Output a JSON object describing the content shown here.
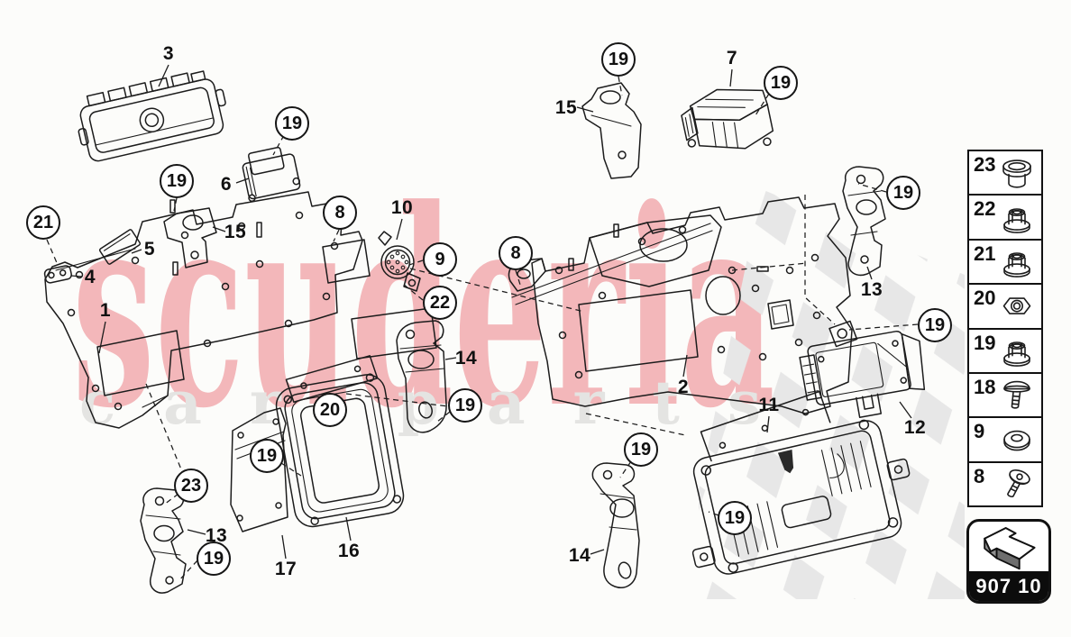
{
  "watermark": {
    "line1": "scuderia",
    "line2": "car parts",
    "color_line1": "#f3b7ba",
    "color_line2": "#e4e4e2"
  },
  "diagram": {
    "balloons": [
      "21",
      "19",
      "19",
      "8",
      "9",
      "22",
      "8",
      "19",
      "19",
      "19",
      "19",
      "19",
      "19",
      "19",
      "20",
      "19",
      "23",
      "19"
    ],
    "labels": [
      "3",
      "5",
      "4",
      "1",
      "15",
      "6",
      "10",
      "15",
      "7",
      "14",
      "2",
      "13",
      "12",
      "11",
      "14",
      "16",
      "17",
      "13"
    ]
  },
  "legend": {
    "rows": [
      {
        "num": "23",
        "icon": "bushing-icon"
      },
      {
        "num": "22",
        "icon": "flange-nut-icon"
      },
      {
        "num": "21",
        "icon": "flange-nut-icon"
      },
      {
        "num": "20",
        "icon": "hex-nut-icon"
      },
      {
        "num": "19",
        "icon": "flange-nut-icon"
      },
      {
        "num": "18",
        "icon": "dome-screw-icon"
      },
      {
        "num": "9",
        "icon": "washer-icon"
      },
      {
        "num": "8",
        "icon": "pan-screw-icon"
      }
    ]
  },
  "footer_box": {
    "part_code": "907 10"
  }
}
